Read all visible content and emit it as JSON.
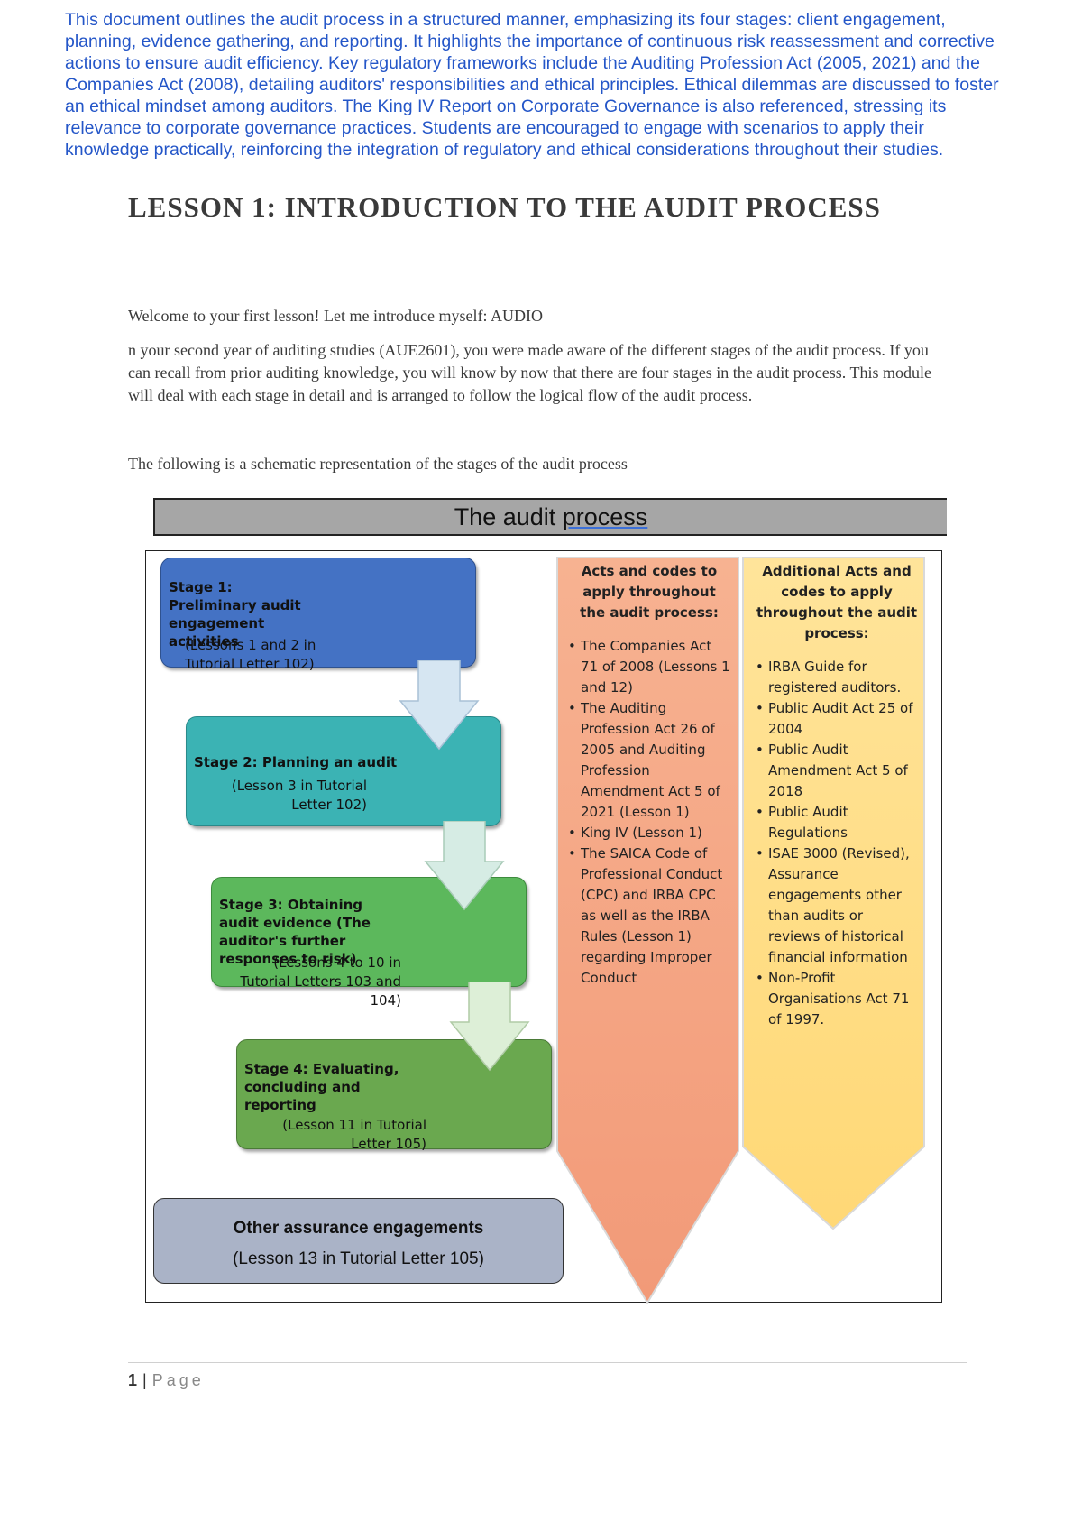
{
  "summary": "This document outlines the audit process in a structured manner, emphasizing its four stages: client engagement, planning, evidence gathering, and reporting. It highlights the importance of continuous risk reassessment and corrective actions to ensure audit efficiency. Key regulatory frameworks include the Auditing Profession Act (2005, 2021) and the Companies Act (2008), detailing auditors' responsibilities and ethical principles. Ethical dilemmas are discussed to foster an ethical mindset among auditors. The King IV Report on Corporate Governance is also referenced, stressing its relevance to corporate governance practices. Students are encouraged to engage with scenarios to apply their knowledge practically, reinforcing the integration of regulatory and ethical considerations throughout their studies.",
  "lesson_title": "LESSON 1: INTRODUCTION TO THE AUDIT PROCESS",
  "paragraphs": {
    "welcome": "Welcome to your first lesson! Let me introduce myself: AUDIO",
    "intro": "n your second year of auditing studies (AUE2601), you were made aware of the different stages of the audit process. If you can recall from prior auditing knowledge, you will know by now that there are four stages in the audit process. This module will deal with each stage in detail and is arranged to follow the logical flow of the audit process.",
    "schematic": "The following is a schematic representation of the stages of the audit process"
  },
  "diagram": {
    "header_prefix": "The audit ",
    "header_underlined": "process",
    "stages": [
      {
        "title": "Stage 1: Preliminary audit engagement activities",
        "ref": "(Lessons 1 and 2 in Tutorial Letter 102)",
        "color": "#4472c4"
      },
      {
        "title": "Stage 2: Planning an audit",
        "ref": "(Lesson 3 in Tutorial Letter 102)",
        "color": "#3bb3b4"
      },
      {
        "title": "Stage 3: Obtaining audit evidence (The auditor's further responses to risk)",
        "ref": "(Lessons 4 to 10 in Tutorial Letters 103 and 104)",
        "color": "#5cb85c"
      },
      {
        "title": "Stage 4: Evaluating, concluding and reporting",
        "ref": "(Lesson 11 in Tutorial Letter 105)",
        "color": "#6aa84f"
      }
    ],
    "acts": {
      "title": "Acts and codes to apply throughout the audit process:",
      "items": [
        "The Companies Act 71 of 2008 (Lessons 1 and 12)",
        "The Auditing Profession Act 26 of 2005 and Auditing Profession Amendment Act 5 of 2021 (Lesson 1)",
        "King IV (Lesson 1)",
        "The SAICA Code of Professional Conduct (CPC) and IRBA CPC as well as the IRBA Rules (Lesson 1) regarding Improper Conduct"
      ],
      "color": "#f4a07e"
    },
    "additional": {
      "title": "Additional Acts and codes to apply throughout the audit process:",
      "items": [
        "IRBA Guide for registered auditors.",
        "Public Audit Act 25 of 2004",
        "Public Audit Amendment Act 5 of 2018",
        "Public Audit Regulations",
        "ISAE 3000 (Revised), Assurance engagements other than audits or reviews of historical financial information",
        "Non-Profit Organisations Act 71 of 1997."
      ],
      "color": "#ffe08a"
    },
    "other": {
      "title": "Other assurance engagements",
      "ref": "(Lesson 13 in Tutorial Letter 105)"
    }
  },
  "footer": {
    "page_number": "1",
    "separator": "|",
    "page_label": "Page"
  }
}
